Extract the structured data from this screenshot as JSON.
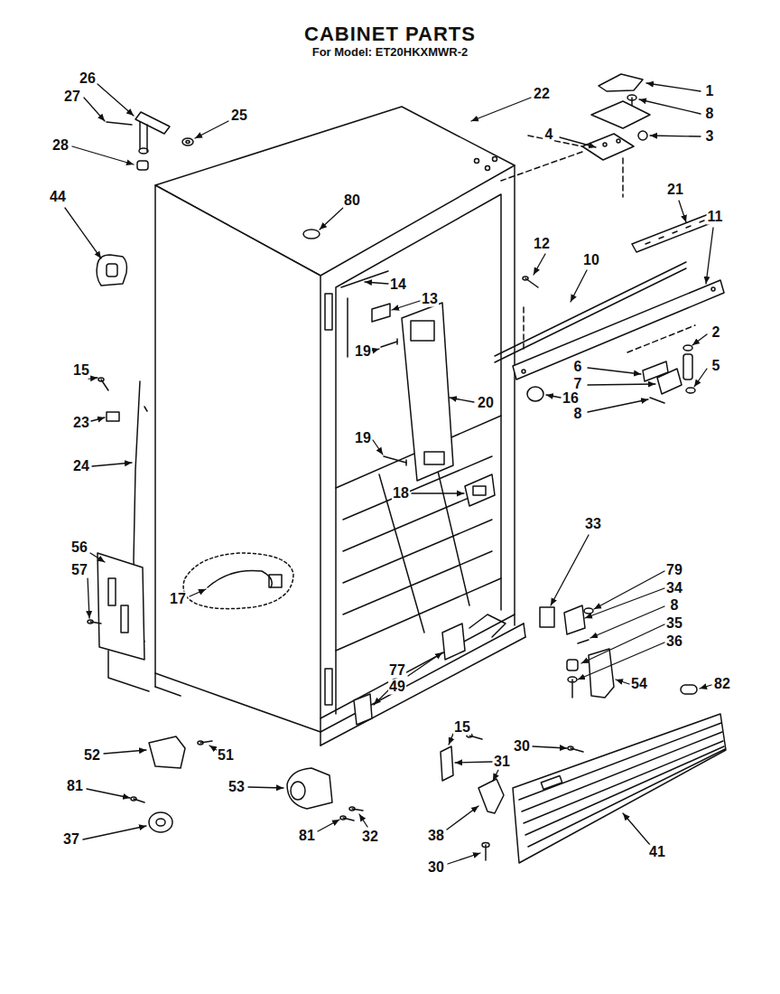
{
  "diagram": {
    "title": "CABINET PARTS",
    "labels": [
      "For Model: ET20HKXMWR-2",
      "26",
      "27",
      "28",
      "25",
      "22",
      "1",
      "8",
      "3",
      "4",
      "44",
      "80",
      "21",
      "11",
      "12",
      "10",
      "14",
      "13",
      "2",
      "19",
      "15",
      "6",
      "5",
      "16",
      "7",
      "20",
      "8",
      "23",
      "19",
      "24",
      "18",
      "33",
      "56",
      "79",
      "57",
      "34",
      "17",
      "8",
      "35",
      "36",
      "77",
      "49",
      "54",
      "82",
      "15",
      "30",
      "52",
      "51",
      "31",
      "81",
      "53",
      "38",
      "41",
      "37",
      "81",
      "32",
      "30"
    ]
  }
}
